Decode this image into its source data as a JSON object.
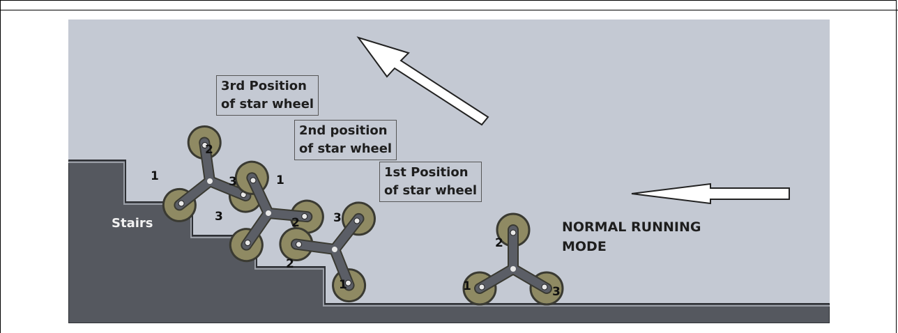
{
  "labels": {
    "third_line1": "3rd Position",
    "third_line2": "of star wheel",
    "second_line1": "2nd position",
    "second_line2": "of star wheel",
    "first_line1": "1st Position",
    "first_line2": "of star wheel",
    "mode_line1": "NORMAL RUNNING",
    "mode_line2": "MODE",
    "stairs": "Stairs"
  },
  "wheel_numbers": [
    "1",
    "2",
    "3"
  ],
  "colors": {
    "panel": "#c4c9d3",
    "stairs": "#55585f",
    "wheel_fill": "#8f8a63",
    "wheel_stroke": "#3a3a32",
    "arm": "#55585f"
  }
}
